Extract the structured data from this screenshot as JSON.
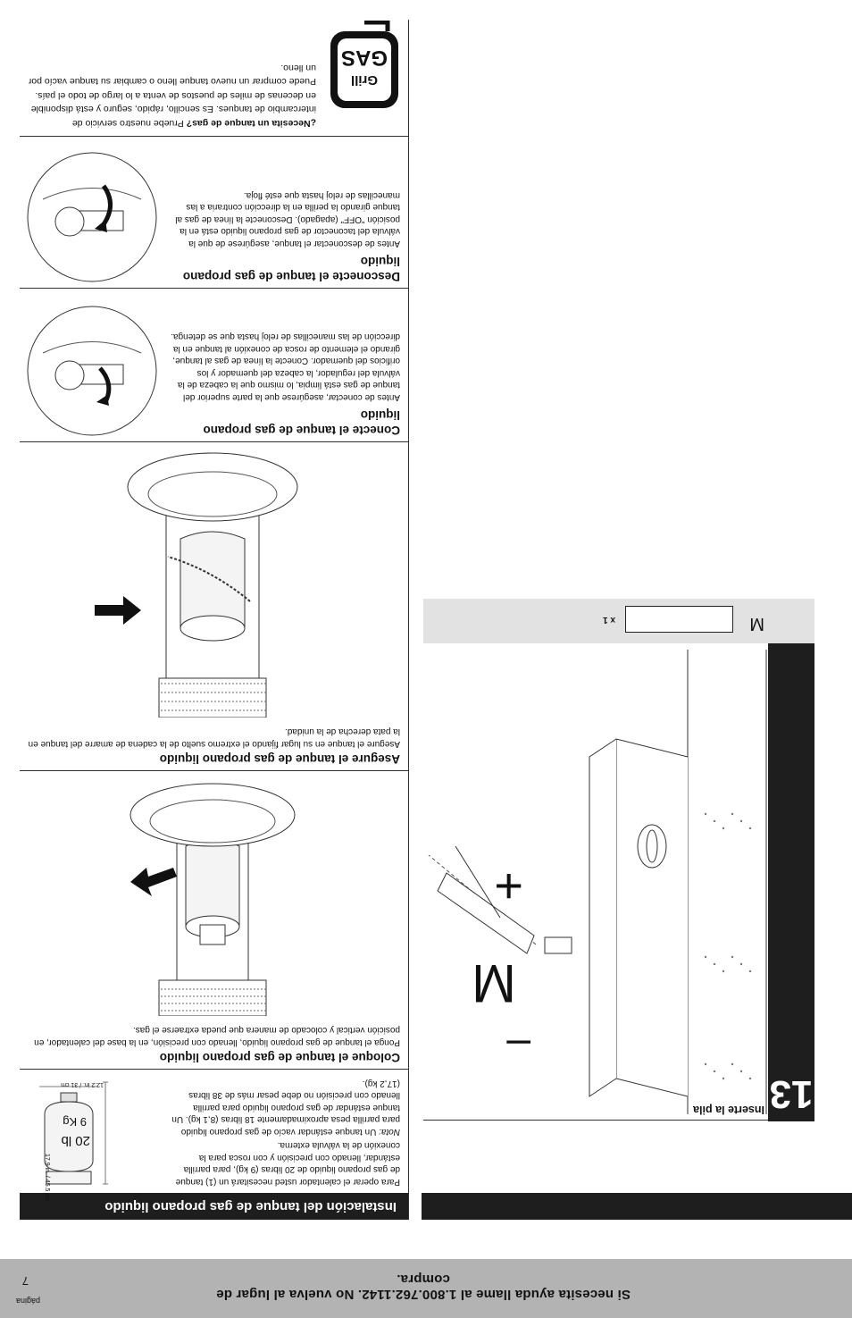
{
  "footer": {
    "help_text": "Si necesita ayuda llame al 1.800.762.1142. No vuelva al lugar de compra.",
    "page_label": "página",
    "page_number": "7"
  },
  "left": {
    "header": "Instalación del tanque de gas propano liquido",
    "intro_body": "Para operar el calentador usted necesitará un (1) tanque de gas propano liquido de 20 libras (9 kg), para parrilla estándar, llenado con precisión y con rosca para la conexión de la válvula externa.",
    "note_label": "Nota:",
    "note_body": "Un tanque estándar vacío de gas propano liquido para parrilla pesa aproximadamente 18 libras (8,1 kg). Un tanque estándar de gas propano liquido para parrilla llenado con precisión no debe pesar más de 38 libras (17,2 kg).",
    "tank": {
      "lb": "20 lb",
      "kg": "9 Kg",
      "height": "17.9 in. / 45.5 cm",
      "width": "12.2 in. / 31 cm"
    },
    "place": {
      "title": "Coloque el tanque de gas propano liquido",
      "body": "Ponga el tanque de gas propano liquido, llenado con precisión, en la base del calentador, en posición vertical y colocado de manera que pueda extraerse el gas."
    },
    "secure": {
      "title": "Asegure el tanque de gas propano liquido",
      "body": "Asegure el tanque en su lugar fijando el extremo suelto de la cadena de amarre del tanque en la pata derecha de la unidad."
    },
    "connect": {
      "title": "Conecte el tanque de gas propano liquido",
      "body": "Antes de conectar, asegúrese que la parte superior del tanque de gas está limpia, lo mismo que la cabeza de la válvula del regulador, la cabeza del quemador y los orificios del quemador. Conecte la línea de gas al tanque, girando el elemento de rosca de conexión al tanque en la dirección de las manecillas de reloj hasta que se detenga."
    },
    "disconnect": {
      "title": "Desconecte el tanque de gas propano liquido",
      "body": "Antes de desconectar el tanque, asegúrese de que la válvula del taconector de gas propano liquido está en la posición \"OFF\" (apagado). Desconecte la línea de gas al tanque girando la perilla en la dirección contraria a las manecillas de reloj hasta que esté floja."
    },
    "exchange": {
      "title": "¿Necesita un tanque de gas?",
      "body": "Pruebe nuestro servicio de intercambio de tanques. Es sencillo, rápido, seguro y está disponible en decenas de miles de puestos de venta a lo largo de todo el país. Puede comprar un nuevo tanque lleno o cambiar su tanque vacío por un lleno.",
      "logo_top": "GAS",
      "logo_bottom": "Grill"
    }
  },
  "right": {
    "step_number": "13",
    "step_title": "Inserte la pila",
    "part_letter": "M",
    "part_qty": "x 1",
    "plus": "+",
    "minus": "–"
  }
}
